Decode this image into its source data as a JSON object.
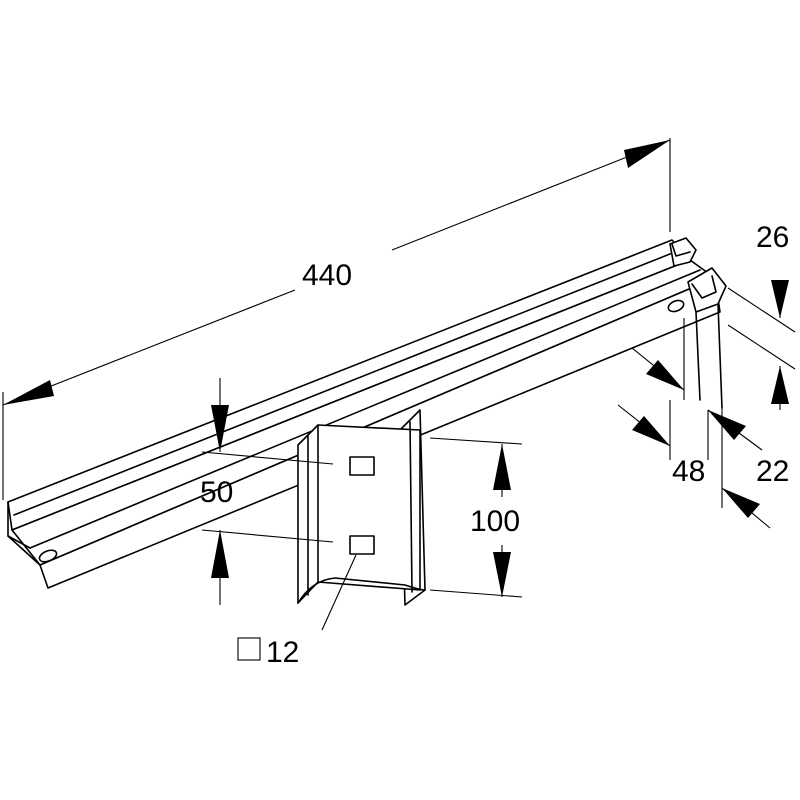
{
  "drawing": {
    "dimensions": {
      "length": "440",
      "depth": "50",
      "height": "100",
      "profile_height": "26",
      "profile_width": "22",
      "overall_width": "48",
      "hole": "12",
      "hole_symbol": "□"
    }
  }
}
